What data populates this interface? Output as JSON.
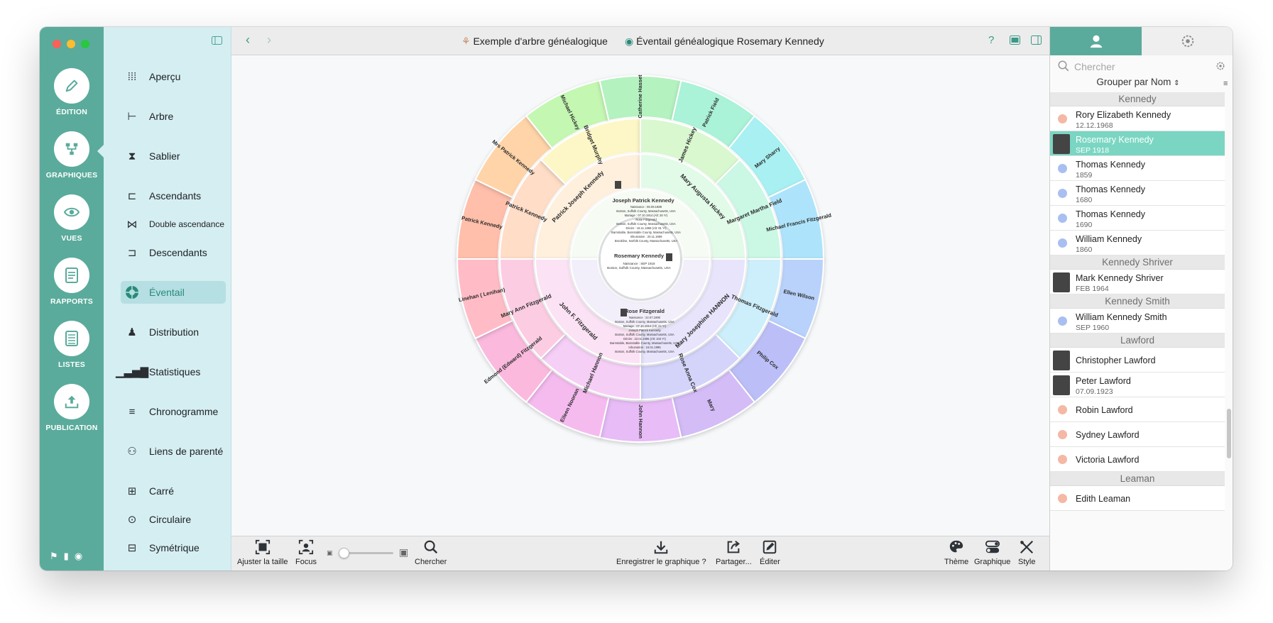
{
  "sidebar": {
    "items": [
      {
        "label": "ÉDITION",
        "icon": "pencil-icon"
      },
      {
        "label": "GRAPHIQUES",
        "icon": "chart-tree-icon"
      },
      {
        "label": "VUES",
        "icon": "eye-icon"
      },
      {
        "label": "RAPPORTS",
        "icon": "document-icon"
      },
      {
        "label": "LISTES",
        "icon": "list-icon"
      },
      {
        "label": "PUBLICATION",
        "icon": "upload-icon"
      }
    ]
  },
  "charts_menu": {
    "items": [
      {
        "label": "Aperçu",
        "icon": "grid-icon"
      },
      {
        "label": "Arbre",
        "icon": "tree-icon"
      },
      {
        "label": "Sablier",
        "icon": "hourglass-icon"
      },
      {
        "label": "Ascendants",
        "icon": "ancestors-icon"
      },
      {
        "label": "Double ascendance",
        "icon": "double-ancestry-icon"
      },
      {
        "label": "Descendants",
        "icon": "descendants-icon"
      },
      {
        "label": "Éventail",
        "icon": "fan-icon"
      },
      {
        "label": "Distribution",
        "icon": "distribution-icon"
      },
      {
        "label": "Statistiques",
        "icon": "statistics-icon"
      },
      {
        "label": "Chronogramme",
        "icon": "timeline-icon"
      },
      {
        "label": "Liens de parenté",
        "icon": "kinship-icon"
      },
      {
        "label": "Carré",
        "icon": "square-icon"
      },
      {
        "label": "Circulaire",
        "icon": "circular-icon"
      },
      {
        "label": "Symétrique",
        "icon": "symmetric-icon"
      }
    ]
  },
  "header": {
    "tree_title": "Exemple d'arbre généalogique",
    "chart_title": "Éventail généalogique Rosemary Kennedy",
    "help": "?"
  },
  "fan": {
    "center": {
      "name": "Rosemary Kennedy",
      "birth": "Naissance : SEP 1918",
      "place": "Boston, Suffolk County, Massachusetts, USA"
    },
    "father": {
      "name": "Joseph Patrick Kennedy",
      "lines": [
        "Naissance : 06.09.1888",
        "Boston, Suffolk County, Massachusetts, USA",
        "Mariage : 07.10.1914 (Alt: 26 Yr)",
        "Rose Fitzgerald",
        "Boston, Suffolk County, Massachusetts, USA",
        "Décès : 18.11.1969 (Alt: 81 Yr)",
        "Barnstable, Barnstable County, Massachusetts, USA",
        "Inhumation : 20.11.1969",
        "Brookline, Norfolk County, Massachusetts, USA"
      ]
    },
    "mother": {
      "name": "Rose Fitzgerald",
      "lines": [
        "Naissance : 22.07.1890",
        "Boston, Suffolk County, Massachusetts, USA",
        "Mariage : 07.10.1914 (Alt: 24 Yr)",
        "Joseph Patrick Kennedy",
        "Boston, Suffolk County, Massachusetts, USA",
        "Décès : 22.01.1995 (Alt: 104 Yr)",
        "Barnstable, Barnstable County, Massachusetts, USA",
        "Inhumation : 24.01.1995",
        "Boston, Suffolk County, Massachusetts, USA"
      ]
    },
    "grandparents": [
      "Patrick Joseph Kennedy",
      "Mary Augusta Hickey",
      "Mary Josephine HANNON",
      "John F. Fitzgerald"
    ],
    "gen3": [
      "Patrick Kennedy",
      "Bridget Murphy",
      "James Hickey",
      "Margaret Martha Field",
      "Thomas Fitzgerald",
      "Rose Anna Cox",
      "Michael Hannon",
      "Mary Ann Fitzgerald"
    ],
    "gen4": [
      "Patrick Kennedy",
      "Mrs Patrick Kennedy",
      "Michael Hickey",
      "Catherine Hasset",
      "Patrick Field",
      "Mary Sharry",
      "Michael Francis Fitzgerald",
      "Ellen Wilson",
      "Philip Cox",
      "Mary",
      "John Hannon",
      "Eileen Noonan",
      "Edmond (Edward) Fitzgerald",
      "Linehan ( Lenihan)"
    ]
  },
  "toolbar": {
    "fit": "Ajuster la taille",
    "focus": "Focus",
    "search": "Chercher",
    "save": "Enregistrer le graphique ?",
    "share": "Partager...",
    "edit": "Éditer",
    "theme": "Thème",
    "chart": "Graphique",
    "style": "Style"
  },
  "zoom": {
    "fraction": 0.08
  },
  "right_panel": {
    "search_placeholder": "Chercher",
    "group_by": "Grouper par Nom",
    "groups": [
      {
        "name": "Kennedy",
        "people": [
          {
            "name": "Rory Elizabeth Kennedy",
            "date": "12.12.1968",
            "marker": "female"
          },
          {
            "name": "Rosemary Kennedy",
            "date": "SEP 1918",
            "marker": "photo",
            "selected": true
          },
          {
            "name": "Thomas Kennedy",
            "date": "1859",
            "marker": "male"
          },
          {
            "name": "Thomas Kennedy",
            "date": "1680",
            "marker": "male"
          },
          {
            "name": "Thomas Kennedy",
            "date": "1690",
            "marker": "male"
          },
          {
            "name": "William Kennedy",
            "date": "1860",
            "marker": "male"
          }
        ]
      },
      {
        "name": "Kennedy Shriver",
        "people": [
          {
            "name": "Mark Kennedy Shriver",
            "date": "FEB 1964",
            "marker": "photo"
          }
        ]
      },
      {
        "name": "Kennedy Smith",
        "people": [
          {
            "name": "William Kennedy Smith",
            "date": "SEP 1960",
            "marker": "male"
          }
        ]
      },
      {
        "name": "Lawford",
        "people": [
          {
            "name": "Christopher Lawford",
            "date": "",
            "marker": "photo"
          },
          {
            "name": "Peter Lawford",
            "date": "07.09.1923",
            "marker": "photo"
          },
          {
            "name": "Robin Lawford",
            "date": "",
            "marker": "female"
          },
          {
            "name": "Sydney Lawford",
            "date": "",
            "marker": "female"
          },
          {
            "name": "Victoria Lawford",
            "date": "",
            "marker": "female"
          }
        ]
      },
      {
        "name": "Leaman",
        "people": [
          {
            "name": "Edith Leaman",
            "date": "",
            "marker": "female"
          }
        ]
      }
    ]
  },
  "colors": {
    "accent": "#5aab9b",
    "menu_bg": "#d5eef1",
    "selected_row": "#7ad6c2",
    "female": "#f4b8a4",
    "male": "#a9bff2"
  }
}
